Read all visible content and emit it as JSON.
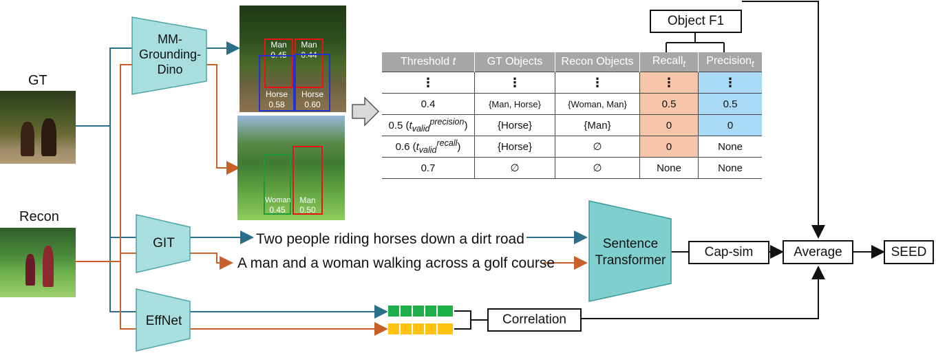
{
  "inputs": {
    "gt_label": "GT",
    "recon_label": "Recon"
  },
  "models": {
    "grounding": "MM-\nGrounding-\nDino",
    "git": "GIT",
    "effnet": "EffNet",
    "sentence": "Sentence\nTransformer"
  },
  "detections_gt": [
    {
      "label": "Man",
      "score": "0.45"
    },
    {
      "label": "Man",
      "score": "0.44"
    },
    {
      "label": "Horse",
      "score": "0.58"
    },
    {
      "label": "Horse",
      "score": "0.60"
    }
  ],
  "detections_recon": [
    {
      "label": "Woman",
      "score": "0.45"
    },
    {
      "label": "Man",
      "score": "0.50"
    }
  ],
  "captions": {
    "gt": "Two people riding horses down a dirt road",
    "recon": "A man and a woman walking across a golf course"
  },
  "metrics": {
    "object_f1": "Object F1",
    "cap_sim": "Cap-sim",
    "correlation": "Correlation",
    "average": "Average",
    "seed": "SEED"
  },
  "table": {
    "headers": [
      "Threshold t",
      "GT Objects",
      "Recon Objects",
      "Recall_t",
      "Precision_t"
    ],
    "rows": [
      [
        "⋮",
        "⋮",
        "⋮",
        "⋮",
        "⋮"
      ],
      [
        "0.4",
        "{Man, Horse}",
        "{Woman, Man}",
        "0.5",
        "0.5"
      ],
      [
        "0.5 (t_valid^precision)",
        "{Horse}",
        "{Man}",
        "0",
        "0"
      ],
      [
        "0.6 (t_valid^recall)",
        "{Horse}",
        "∅",
        "0",
        "None"
      ],
      [
        "0.7",
        "∅",
        "∅",
        "None",
        "None"
      ]
    ]
  },
  "colors": {
    "gt_arrow": "#2b6f8a",
    "recon_arrow": "#c8602a",
    "model_fill": "#a9dede",
    "model_stroke": "#4aa6a6",
    "sentence_fill": "#7fcfcf",
    "feat_gt": "#1fb04a",
    "feat_recon": "#ffc20e"
  }
}
